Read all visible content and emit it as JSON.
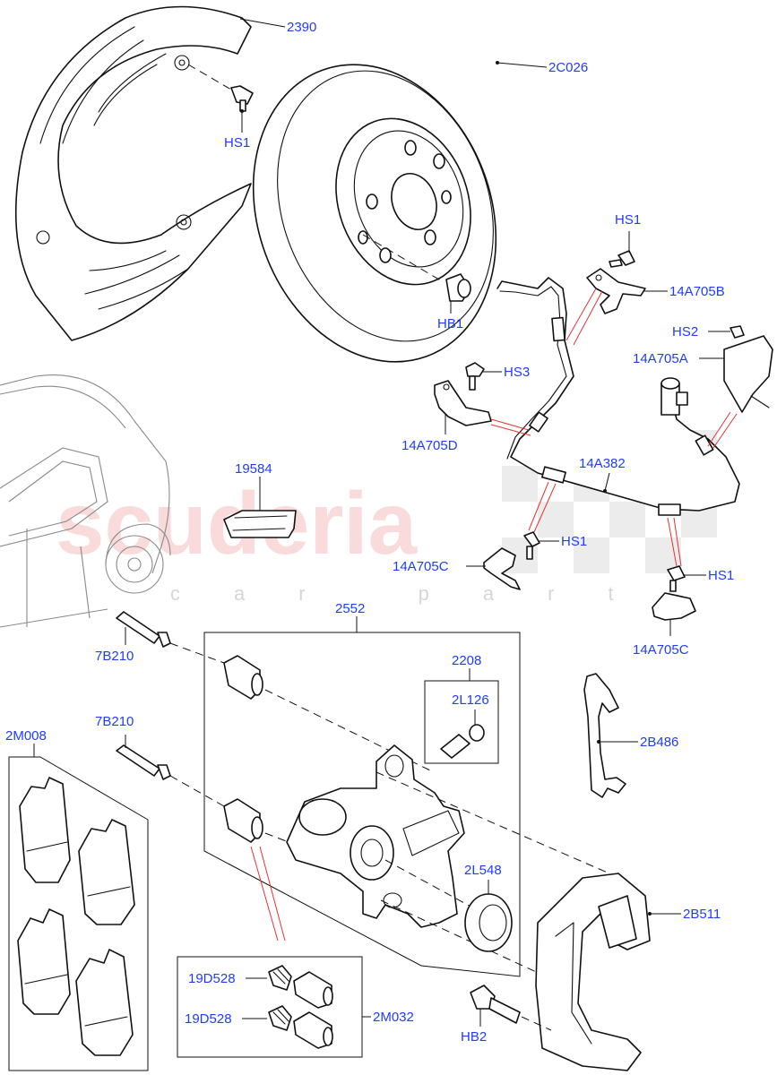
{
  "watermark": {
    "brand": "scuderia",
    "tagline": "car parts"
  },
  "labels": {
    "p2390": "2390",
    "p2c026": "2C026",
    "hs1_top": "HS1",
    "hb1": "HB1",
    "hs1_bracket_b": "HS1",
    "p14a705b": "14A705B",
    "hs2": "HS2",
    "p14a705a": "14A705A",
    "hs3": "HS3",
    "p14a705d": "14A705D",
    "p14a382": "14A382",
    "p19584": "19584",
    "hs1_c1": "HS1",
    "p14a705c_1": "14A705C",
    "hs1_c2": "HS1",
    "p14a705c_2": "14A705C",
    "p2552": "2552",
    "p7b210_1": "7B210",
    "p2208": "2208",
    "p2l126": "2L126",
    "p7b210_2": "7B210",
    "p2m008": "2M008",
    "p2b486": "2B486",
    "p2l548": "2L548",
    "p2b511": "2B511",
    "p19d528_1": "19D528",
    "p19d528_2": "19D528",
    "p2m032": "2M032",
    "hb2": "HB2"
  }
}
